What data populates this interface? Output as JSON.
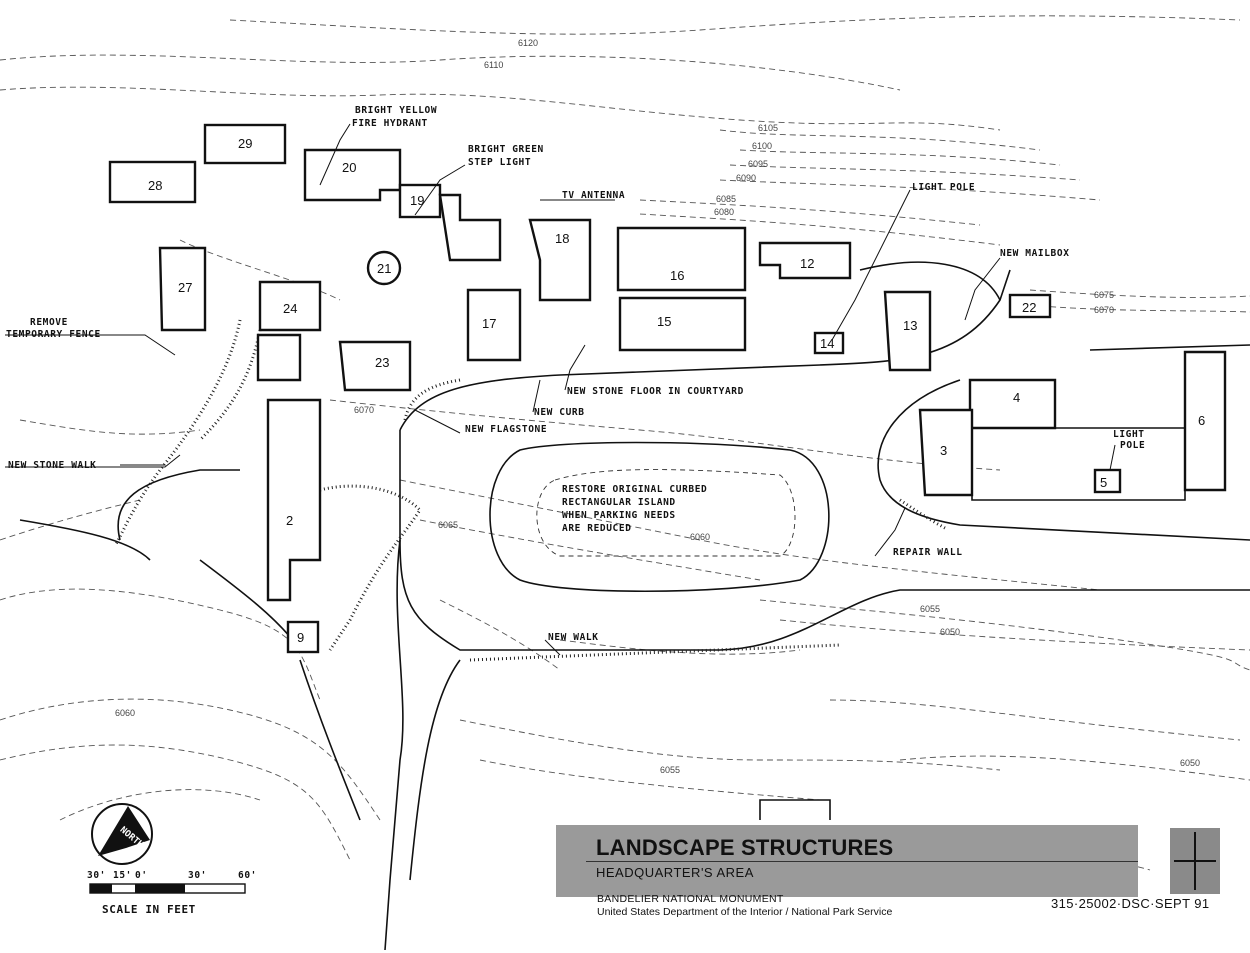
{
  "title_block": {
    "title": "LANDSCAPE STRUCTURES",
    "subtitle": "HEADQUARTER'S AREA",
    "park": "BANDELIER NATIONAL MONUMENT",
    "agency": "United States Department of the Interior / National Park Service",
    "drawing_number": "315·25002·DSC·SEPT 91"
  },
  "north_arrow": {
    "label": "NORTH"
  },
  "scale_bar": {
    "ticks": [
      "30'",
      "15'",
      "0'",
      "30'",
      "60'"
    ],
    "label": "SCALE IN FEET"
  },
  "annotations": {
    "fire_hydrant": [
      "BRIGHT YELLOW",
      "FIRE HYDRANT"
    ],
    "step_light": [
      "BRIGHT GREEN",
      "STEP LIGHT"
    ],
    "tv_antenna": "TV ANTENNA",
    "light_pole": "LIGHT POLE",
    "new_mailbox": "NEW MAILBOX",
    "remove_fence": [
      "REMOVE",
      "TEMPORARY FENCE"
    ],
    "new_stone_floor": "NEW STONE FLOOR IN COURTYARD",
    "new_curb": "NEW CURB",
    "new_flagstone": "NEW FLAGSTONE",
    "new_stone_walk": "NEW STONE WALK",
    "restore_island": [
      "RESTORE ORIGINAL CURBED",
      "RECTANGULAR ISLAND",
      "WHEN PARKING NEEDS",
      "ARE REDUCED"
    ],
    "light_pole_2": [
      "LIGHT",
      "POLE"
    ],
    "repair_wall": "REPAIR WALL",
    "new_walk": "NEW WALK"
  },
  "buildings": [
    "29",
    "28",
    "20",
    "19",
    "18",
    "21",
    "16",
    "12",
    "27",
    "24",
    "17",
    "15",
    "13",
    "14",
    "22",
    "23",
    "4",
    "6",
    "3",
    "5",
    "2",
    "9"
  ],
  "contours": [
    "6120",
    "6110",
    "6105",
    "6100",
    "6095",
    "6090",
    "6085",
    "6080",
    "6075",
    "6070",
    "6070",
    "6065",
    "6060",
    "6060",
    "6055",
    "6050",
    "6055",
    "6050"
  ]
}
